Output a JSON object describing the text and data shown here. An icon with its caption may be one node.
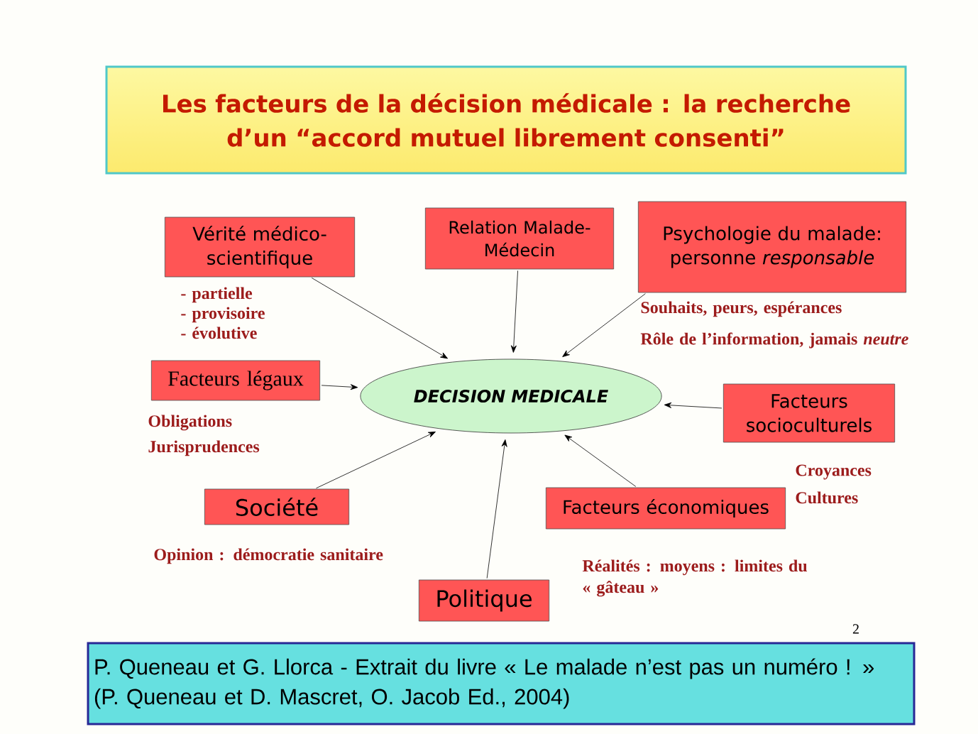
{
  "diagram": {
    "title": "Les facteurs de la décision médicale : la recherche d’un “accord mutuel librement consenti”",
    "caption": "P. Queneau et G. Llorca - Extrait du livre « Le malade n’est pas un numéro ! » (P. Queneau et D. Mascret, O. Jacob Ed., 2004)",
    "nodes": [
      {
        "text": [
          "Vérité médico-scientifique"
        ],
        "beside": [
          "- partielle",
          "- provisoire",
          "- évolutive"
        ]
      },
      {
        "text": [
          "Relation Malade-Médecin"
        ]
      },
      {
        "text": [
          "Psychologie du malade: personne *responsable*"
        ],
        "beside": [
          "Souhaits, peurs, espérances",
          "Rôle de l’information, jamais *neutre*"
        ]
      },
      {
        "text": [
          "Facteurs légaux"
        ],
        "beside": [
          "Obligations",
          "Jurisprudences"
        ]
      },
      {
        "text": [
          "DECISION MEDICALE"
        ]
      },
      {
        "text": [
          "Facteurs socioculturels"
        ],
        "beside": [
          "Croyances",
          "Cultures"
        ]
      },
      {
        "text": [
          "Société"
        ],
        "beside": [
          "Opinion : démocratie sanitaire"
        ]
      },
      {
        "text": [
          "Facteurs économiques"
        ],
        "beside": [
          "Réalités : moyens : limites du « gâteau »"
        ]
      },
      {
        "text": [
          "Politique"
        ]
      }
    ],
    "edges": [
      {
        "from": 0,
        "to": 4,
        "arrow": "to"
      },
      {
        "from": 1,
        "to": 4,
        "arrow": "to"
      },
      {
        "from": 2,
        "to": 4,
        "arrow": "to"
      },
      {
        "from": 3,
        "to": 4,
        "arrow": "to"
      },
      {
        "from": 5,
        "to": 4,
        "arrow": "to"
      },
      {
        "from": 6,
        "to": 4,
        "arrow": "to"
      },
      {
        "from": 7,
        "to": 4,
        "arrow": "to"
      },
      {
        "from": 8,
        "to": 4,
        "arrow": "to"
      }
    ],
    "labels": [
      "2"
    ]
  }
}
